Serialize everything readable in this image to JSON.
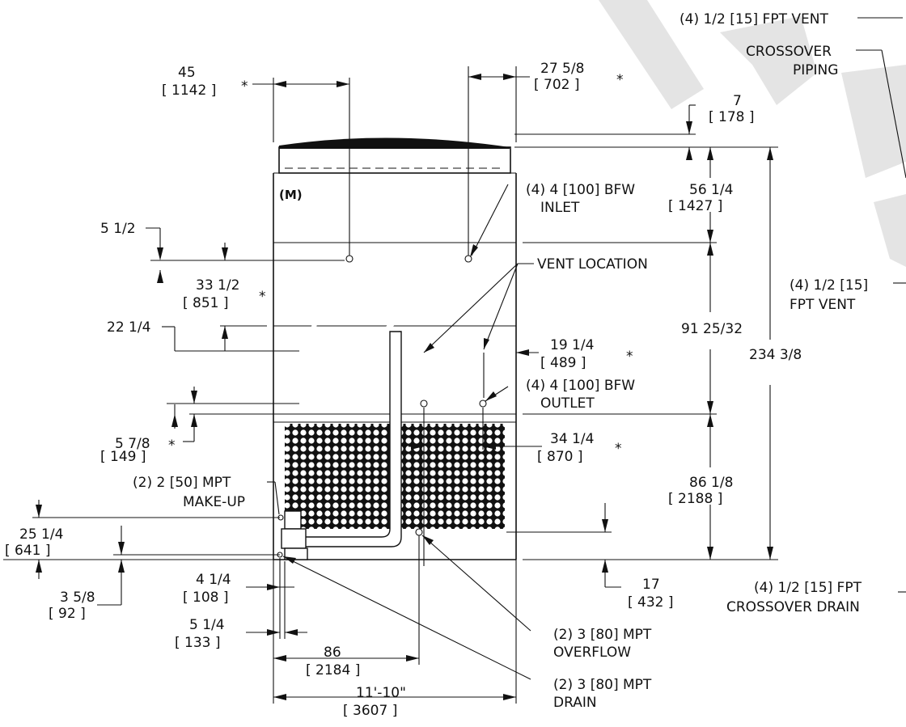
{
  "colors": {
    "line": "#111111",
    "mesh": "#111111",
    "watermark": "#e4e4e4"
  },
  "icons": {
    "logo": "m-logo-icon"
  },
  "logo_text": "(M)",
  "labels": {
    "vent_top": "(4) 1/2 [15] FPT VENT",
    "crossover_1": "CROSSOVER",
    "crossover_2": "PIPING",
    "dim_45": "45",
    "dim_45_mm": "[ 1142 ]",
    "dim_27": "27 5/8",
    "dim_27_mm": "[ 702 ]",
    "dim_7": "7",
    "dim_7_mm": "[ 178 ]",
    "dim_56": "56 1/4",
    "dim_56_mm": "[ 1427 ]",
    "inlet_1": "(4) 4 [100] BFW",
    "inlet_2": "INLET",
    "dim_5_12": "5 1/2",
    "dim_33": "33 1/2",
    "dim_33_mm": "[ 851 ]",
    "vent_location": "VENT LOCATION",
    "vent_right_1": "(4) 1/2 [15]",
    "vent_right_2": "FPT VENT",
    "dim_22": "22 1/4",
    "dim_91": "91 25/32",
    "dim_234": "234 3/8",
    "dim_19": "19 1/4",
    "dim_19_mm": "[ 489 ]",
    "outlet_1": "(4) 4 [100] BFW",
    "outlet_2": "OUTLET",
    "dim_5_78": "5 7/8",
    "dim_5_78_mm": "[ 149 ]",
    "dim_34": "34 1/4",
    "dim_34_mm": "[ 870 ]",
    "makeup_1": "(2) 2 [50] MPT",
    "makeup_2": "MAKE-UP",
    "dim_86_18": "86 1/8",
    "dim_86_18_mm": "[ 2188 ]",
    "dim_25": "25 1/4",
    "dim_25_mm": "[ 641 ]",
    "dim_4_14": "4 1/4",
    "dim_4_14_mm": "[ 108 ]",
    "dim_3_58": "3 5/8",
    "dim_3_58_mm": "[ 92 ]",
    "dim_17": "17",
    "dim_17_mm": "[ 432 ]",
    "crossover_drain_1": "(4) 1/2 [15] FPT",
    "crossover_drain_2": "CROSSOVER DRAIN",
    "dim_5_14": "5 1/4",
    "dim_5_14_mm": "[ 133 ]",
    "overflow_1": "(2) 3 [80] MPT",
    "overflow_2": "OVERFLOW",
    "dim_86": "86",
    "dim_86_mm": "[ 2184 ]",
    "drain_1": "(2) 3 [80] MPT",
    "drain_2": "DRAIN",
    "dim_11": "11'-10\"",
    "dim_11_mm": "[ 3607 ]",
    "asterisk": "*"
  }
}
